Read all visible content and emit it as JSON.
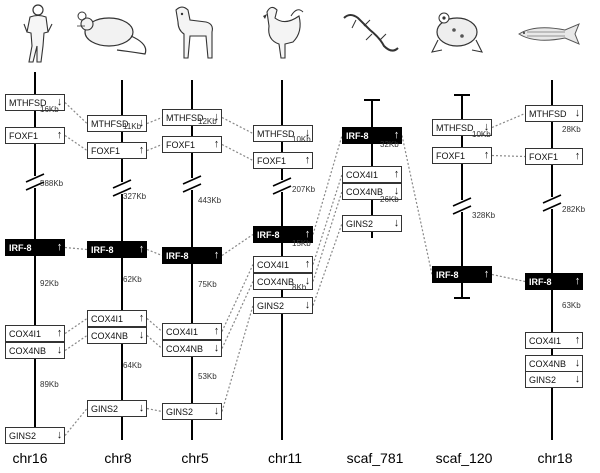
{
  "chromosomes": [
    {
      "id": "chr16",
      "label": "chr16",
      "species_icon": "human-icon",
      "genes": [
        {
          "name": "MTHFSD",
          "dir": "down",
          "dark": false
        },
        {
          "name": "FOXF1",
          "dir": "up",
          "dark": false
        },
        {
          "name": "IRF-8",
          "dir": "up",
          "dark": true
        },
        {
          "name": "COX4I1",
          "dir": "up",
          "dark": false
        },
        {
          "name": "COX4NB",
          "dir": "down",
          "dark": false
        },
        {
          "name": "GINS2",
          "dir": "down",
          "dark": false
        }
      ],
      "distances": [
        "16Kb",
        "588Kb",
        "92Kb",
        "89Kb"
      ]
    },
    {
      "id": "chr8",
      "label": "chr8",
      "species_icon": "mouse-icon",
      "genes": [
        {
          "name": "MTHFSD",
          "dir": "down",
          "dark": false
        },
        {
          "name": "FOXF1",
          "dir": "up",
          "dark": false
        },
        {
          "name": "IRF-8",
          "dir": "up",
          "dark": true
        },
        {
          "name": "COX4I1",
          "dir": "up",
          "dark": false
        },
        {
          "name": "COX4NB",
          "dir": "down",
          "dark": false
        },
        {
          "name": "GINS2",
          "dir": "down",
          "dark": false
        }
      ],
      "distances": [
        "11Kb",
        "327Kb",
        "62Kb",
        "64Kb"
      ]
    },
    {
      "id": "chr5",
      "label": "chr5",
      "species_icon": "dog-icon",
      "genes": [
        {
          "name": "MTHFSD",
          "dir": "down",
          "dark": false
        },
        {
          "name": "FOXF1",
          "dir": "up",
          "dark": false
        },
        {
          "name": "IRF-8",
          "dir": "up",
          "dark": true
        },
        {
          "name": "COX4I1",
          "dir": "up",
          "dark": false
        },
        {
          "name": "COX4NB",
          "dir": "down",
          "dark": false
        },
        {
          "name": "GINS2",
          "dir": "down",
          "dark": false
        }
      ],
      "distances": [
        "12Kb",
        "443Kb",
        "75Kb",
        "53Kb"
      ]
    },
    {
      "id": "chr11",
      "label": "chr11",
      "species_icon": "chicken-icon",
      "genes": [
        {
          "name": "MTHFSD",
          "dir": "down",
          "dark": false
        },
        {
          "name": "FOXF1",
          "dir": "up",
          "dark": false
        },
        {
          "name": "IRF-8",
          "dir": "up",
          "dark": true
        },
        {
          "name": "COX4I1",
          "dir": "up",
          "dark": false
        },
        {
          "name": "COX4NB",
          "dir": "down",
          "dark": false
        },
        {
          "name": "GINS2",
          "dir": "down",
          "dark": false
        }
      ],
      "distances": [
        "10Kb",
        "207Kb",
        "15Kb",
        "8Kb"
      ]
    },
    {
      "id": "scaf_781",
      "label": "scaf_781",
      "species_icon": "lizard-icon",
      "genes": [
        {
          "name": "IRF-8",
          "dir": "up",
          "dark": true
        },
        {
          "name": "COX4I1",
          "dir": "up",
          "dark": false
        },
        {
          "name": "COX4NB",
          "dir": "down",
          "dark": false
        },
        {
          "name": "GINS2",
          "dir": "down",
          "dark": false
        }
      ],
      "distances": [
        "32Kb",
        "26Kb"
      ]
    },
    {
      "id": "scaf_120",
      "label": "scaf_120",
      "species_icon": "frog-icon",
      "genes": [
        {
          "name": "MTHFSD",
          "dir": "down",
          "dark": false
        },
        {
          "name": "FOXF1",
          "dir": "up",
          "dark": false
        },
        {
          "name": "IRF-8",
          "dir": "up",
          "dark": true
        }
      ],
      "distances": [
        "10Kb",
        "328Kb"
      ]
    },
    {
      "id": "chr18",
      "label": "chr18",
      "species_icon": "zebrafish-icon",
      "genes": [
        {
          "name": "MTHFSD",
          "dir": "down",
          "dark": false
        },
        {
          "name": "FOXF1",
          "dir": "up",
          "dark": false
        },
        {
          "name": "IRF-8",
          "dir": "up",
          "dark": true
        },
        {
          "name": "COX4I1",
          "dir": "up",
          "dark": false
        },
        {
          "name": "COX4NB",
          "dir": "down",
          "dark": false
        },
        {
          "name": "GINS2",
          "dir": "down",
          "dark": false
        }
      ],
      "distances": [
        "28Kb",
        "282Kb",
        "63Kb"
      ]
    }
  ],
  "colors": {
    "line": "#000000",
    "dotted": "#888888",
    "dark_box": "#000000"
  }
}
